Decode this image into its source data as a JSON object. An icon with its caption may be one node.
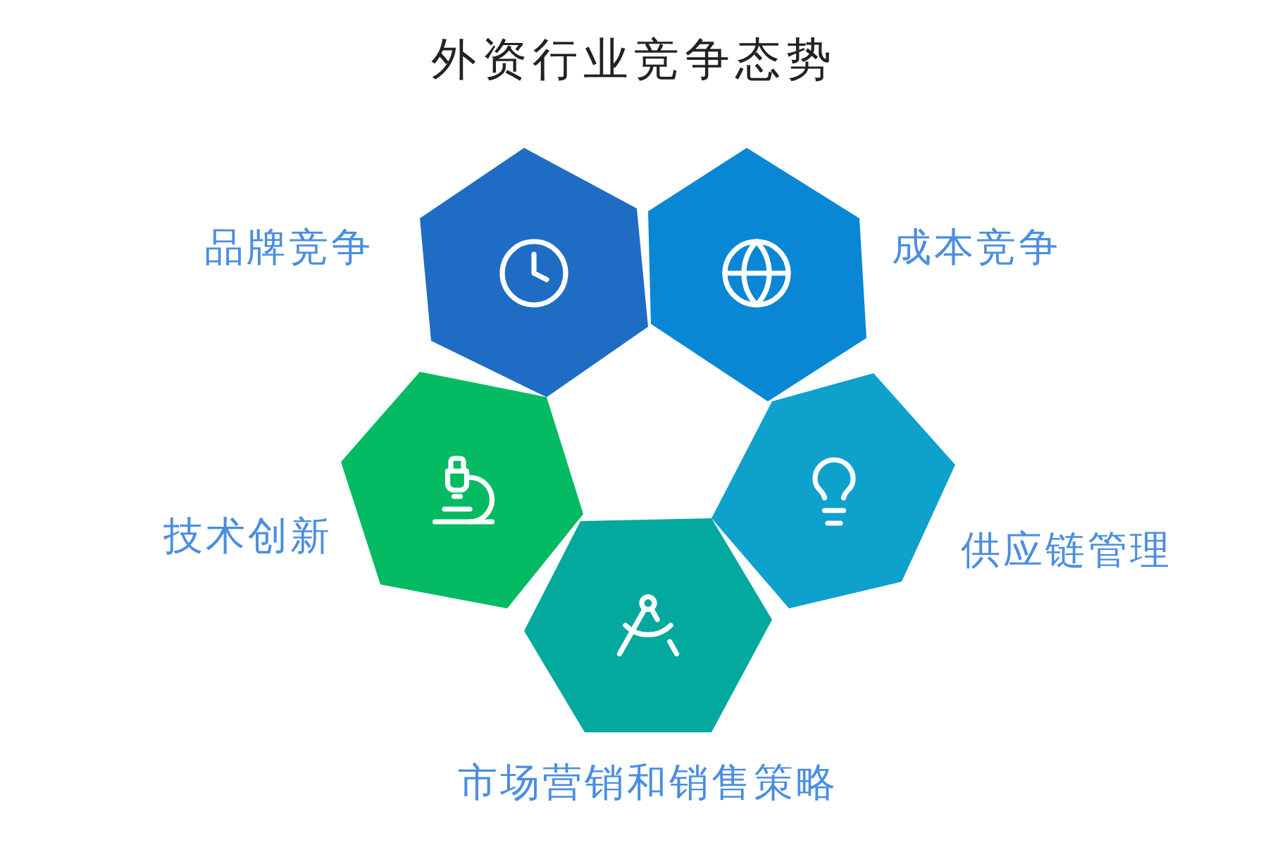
{
  "diagram": {
    "title": "外资行业竞争态势",
    "nodes": [
      {
        "text": [],
        "shape": "hexagon",
        "beside": [
          "品牌竞争"
        ]
      },
      {
        "text": [],
        "shape": "hexagon",
        "beside": [
          "成本竞争"
        ]
      },
      {
        "text": [],
        "shape": "hexagon",
        "beside": [
          "技术创新"
        ]
      },
      {
        "text": [],
        "shape": "hexagon",
        "beside": [
          "供应链管理"
        ]
      },
      {
        "text": [],
        "shape": "hexagon",
        "beside": [
          "市场营销和销售策略"
        ]
      }
    ]
  }
}
